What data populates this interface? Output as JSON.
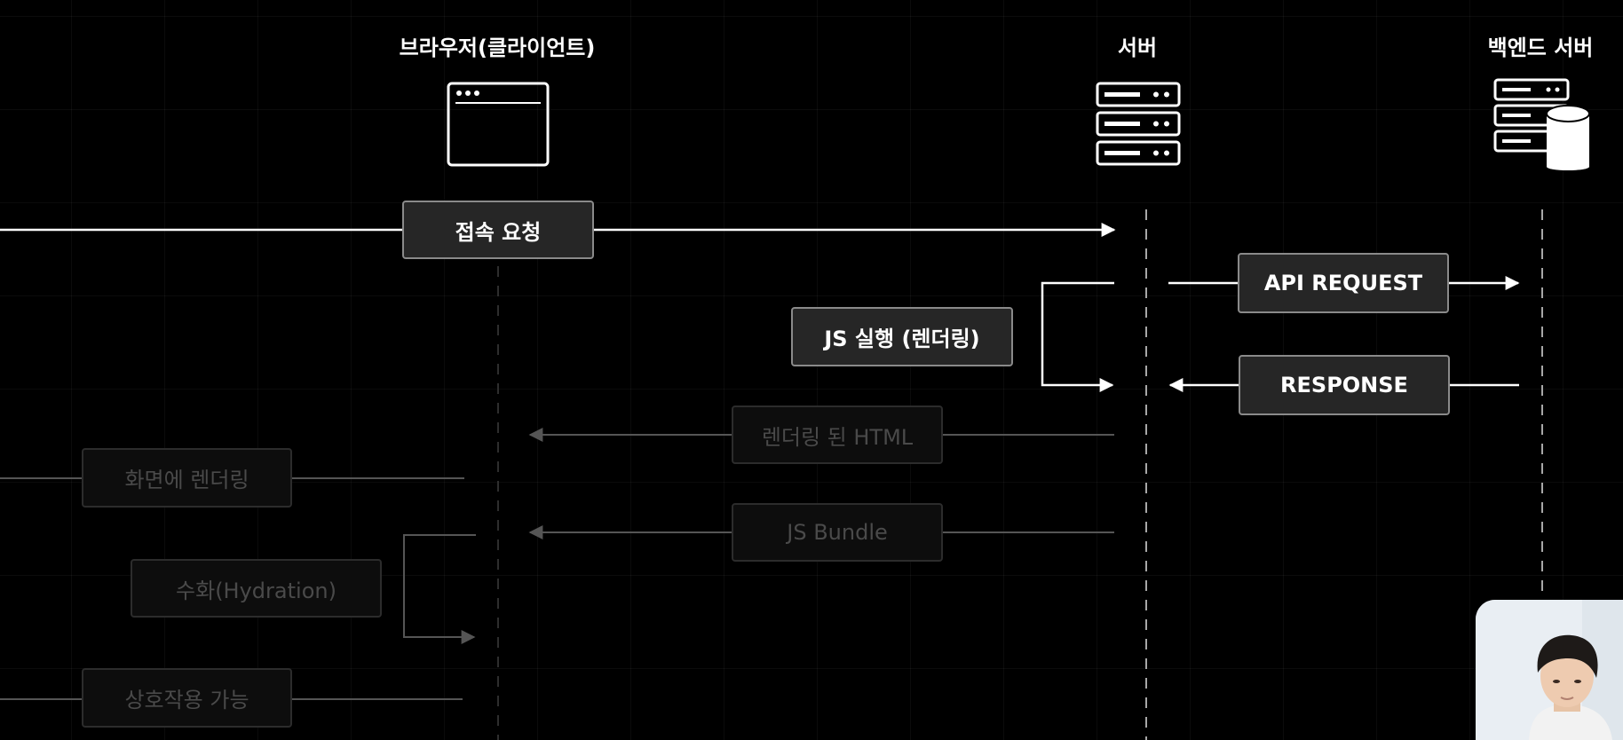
{
  "columns": {
    "browser": "브라우저(클라이언트)",
    "server": "서버",
    "backend": "백엔드 서버"
  },
  "steps": {
    "connect_request": "접속 요청",
    "api_request": "API REQUEST",
    "js_execution": "JS 실행 (렌더링)",
    "response": "RESPONSE",
    "rendered_html": "렌더링 된 HTML",
    "render_on_screen": "화면에 렌더링",
    "js_bundle": "JS Bundle",
    "hydration": "수화(Hydration)",
    "interactive": "상호작용 가능"
  },
  "icons": {
    "browser": "browser-window-icon",
    "server": "server-rack-icon",
    "backend": "server-database-icon"
  },
  "colors": {
    "background": "#000000",
    "active_box_fill": "#262626",
    "active_box_border": "#8a8a8a",
    "faded_text": "#4a4a4a",
    "arrow_active": "#ffffff",
    "arrow_faded": "#555555"
  }
}
